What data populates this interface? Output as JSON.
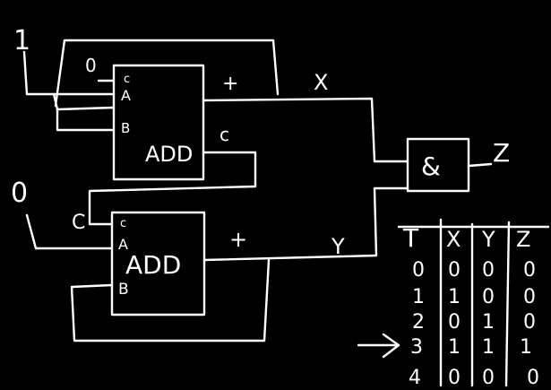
{
  "inputs": {
    "top": "1",
    "bottom": "0",
    "top_small": "0"
  },
  "adder_top": {
    "label": "ADD",
    "pin_c": "c",
    "pin_a": "A",
    "pin_b": "B",
    "out_plus": "+",
    "out_carry": "c"
  },
  "adder_bottom": {
    "label": "ADD",
    "pin_c": "c",
    "pin_a": "A",
    "pin_b": "B",
    "out_plus": "+",
    "feedback_c": "C"
  },
  "signals": {
    "x": "X",
    "y": "Y",
    "z": "Z"
  },
  "gate": {
    "label": "&"
  },
  "truth_table": {
    "headers": [
      "T",
      "X",
      "Y",
      "Z"
    ],
    "rows": [
      [
        "0",
        "0",
        "0",
        "0"
      ],
      [
        "1",
        "1",
        "0",
        "0"
      ],
      [
        "2",
        "0",
        "1",
        "0"
      ],
      [
        "3",
        "1",
        "1",
        "1"
      ],
      [
        "4",
        "0",
        "0",
        "0"
      ]
    ],
    "arrow": "→"
  }
}
